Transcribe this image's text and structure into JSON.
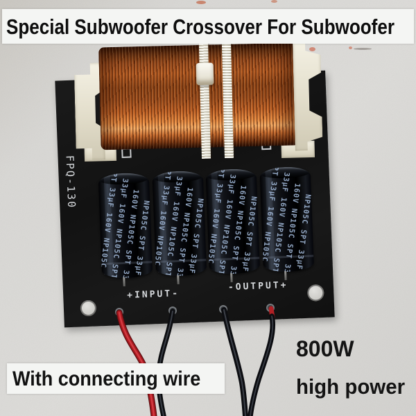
{
  "image": {
    "type": "product-photo",
    "subject": "subwoofer crossover circuit board"
  },
  "overlay_text": {
    "title": "Special Subwoofer Crossover For Subwoofer",
    "caption_bottom_left": "With connecting wire",
    "power_rating": "800W",
    "power_note": "high power"
  },
  "pcb": {
    "model_silkscreen": "FPQ-130",
    "input_label": "+INPUT-",
    "output_label": "-OUTPUT+"
  },
  "inductor": {
    "cable_tie_count": 2
  },
  "capacitors": {
    "count": 4,
    "words": [
      "SPT",
      "33μF",
      "160V",
      "NP105C"
    ],
    "label": "SPT 33μF 160V NP105C"
  },
  "wires": {
    "input": [
      "red",
      "black"
    ],
    "output": [
      "black",
      "black-red"
    ]
  },
  "colors": {
    "background": "#d6d5d2",
    "board": "#151515",
    "copper": "#c06023",
    "bobbin": "#ece7d8",
    "banner": "#f4f5f3",
    "wire_red": "#b02025",
    "silkscreen": "#d7dadd",
    "cap_print": "#9db3d2"
  }
}
